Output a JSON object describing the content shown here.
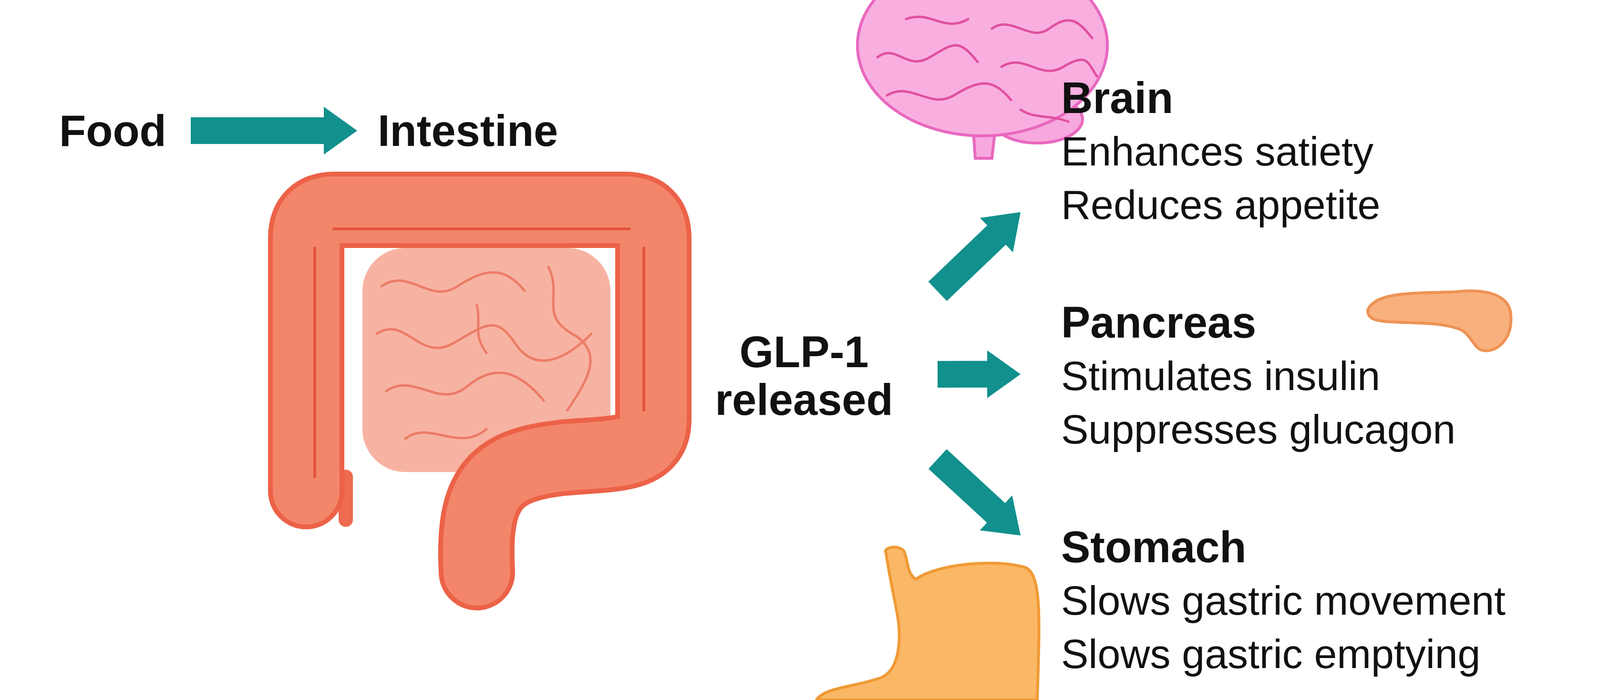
{
  "diagram": {
    "nodes": [
      {
        "text": [
          "Food"
        ]
      },
      {
        "text": [
          "Intestine"
        ]
      },
      {
        "text": [
          "GLP-1 released"
        ]
      },
      {
        "text": [
          "Brain",
          "Enhances satiety",
          "Reduces appetite"
        ]
      },
      {
        "text": [
          "Pancreas",
          "Stimulates insulin",
          "Suppresses glucagon"
        ]
      },
      {
        "text": [
          "Stomach",
          "Slows gastric movement",
          "Slows gastric emptying"
        ]
      }
    ],
    "edges": [
      {
        "from": 0,
        "to": 1,
        "arrow": "to"
      },
      {
        "from": 2,
        "to": 3,
        "arrow": "to"
      },
      {
        "from": 2,
        "to": 4,
        "arrow": "to"
      },
      {
        "from": 2,
        "to": 5,
        "arrow": "to"
      }
    ]
  }
}
